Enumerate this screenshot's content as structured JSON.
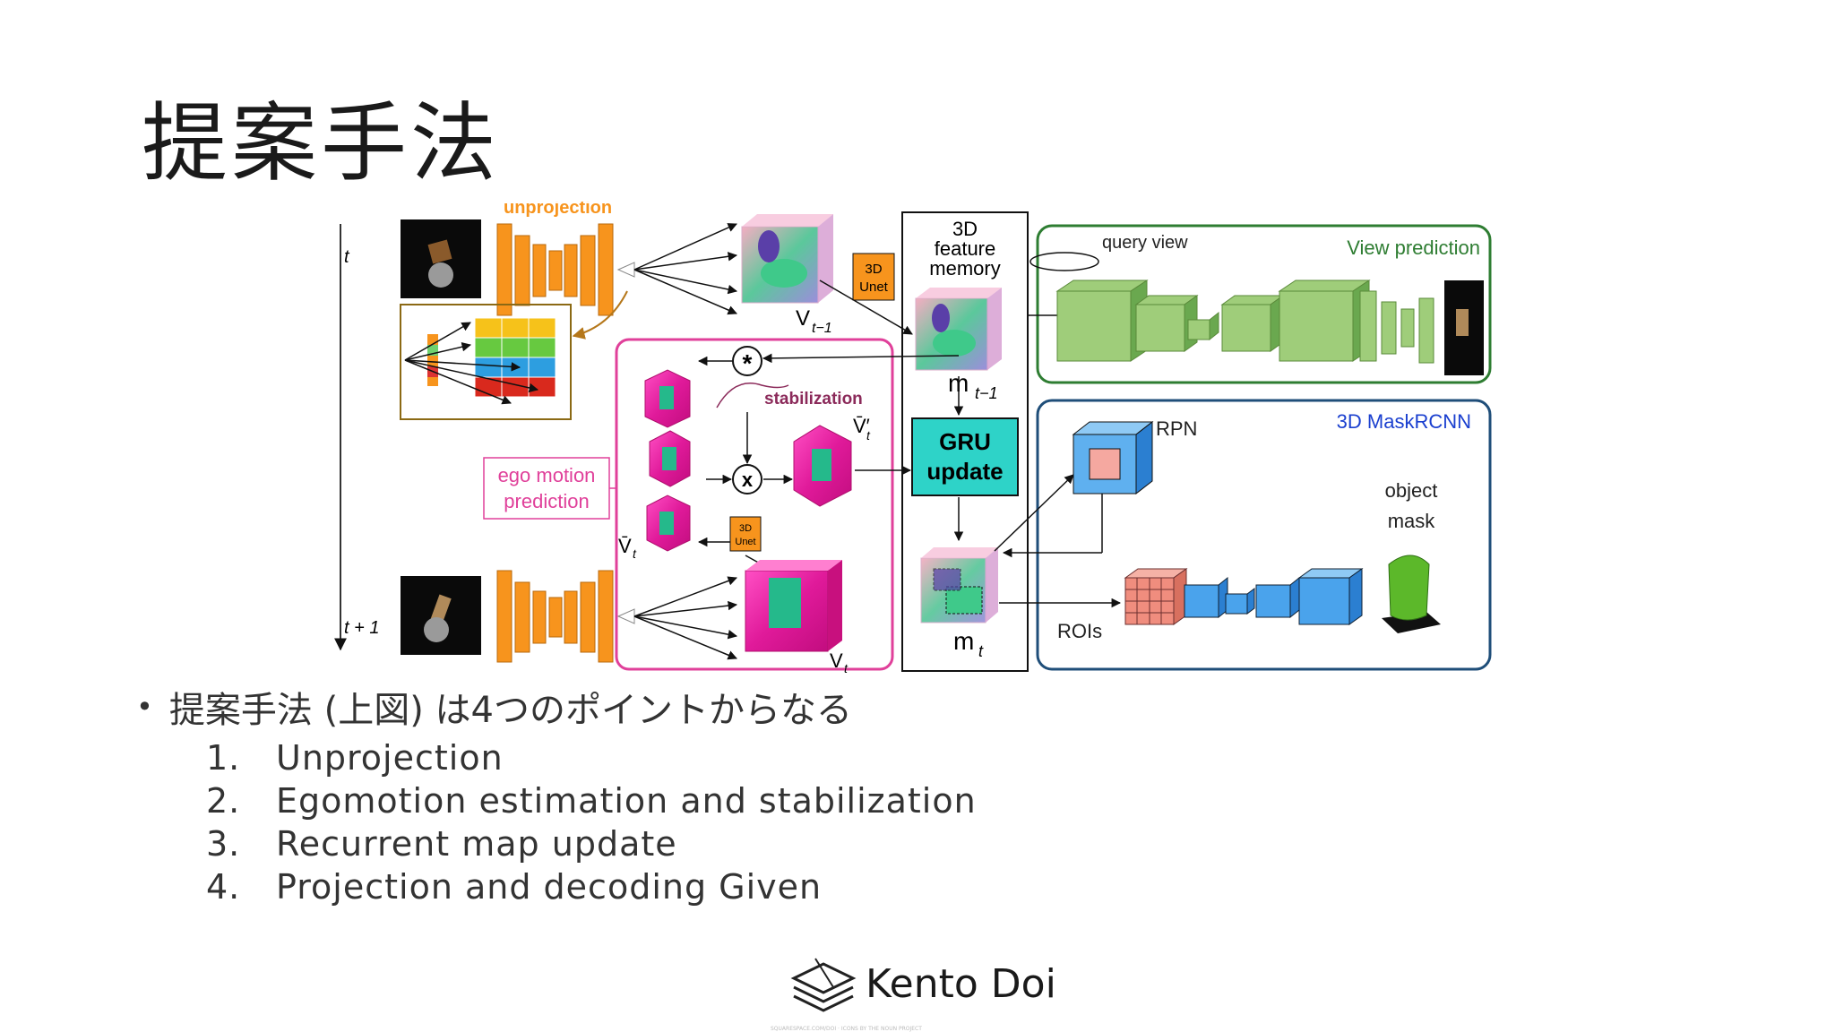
{
  "slide": {
    "title": "提案手法",
    "bullet": "提案手法 (上図) は4つのポイントからなる",
    "items": [
      {
        "num": "1.",
        "text": "Unprojection"
      },
      {
        "num": "2.",
        "text": "Egomotion estimation and stabilization"
      },
      {
        "num": "3.",
        "text": "Recurrent map update"
      },
      {
        "num": "4.",
        "text": "Projection and decoding Given"
      }
    ]
  },
  "diagram": {
    "t_label": "t",
    "t1_label": "t + 1",
    "unprojection": "unprojection",
    "unet_line1": "3D",
    "unet_line2": "Unet",
    "v_prev": "V",
    "v_prev_sub": "t−1",
    "memory_line1": "3D",
    "memory_line2": "feature",
    "memory_line3": "memory",
    "m_prev": "m",
    "m_prev_sub": "t−1",
    "m_t": "m",
    "m_t_sub": "t",
    "stabilization": "stabilization",
    "v_bar_prime": "V̄′",
    "v_bar_prime_sub": "t",
    "v_bar": "V̄",
    "v_bar_sub": "t",
    "v_t": "V",
    "v_t_sub": "t",
    "ego_line1": "ego motion",
    "ego_line2": "prediction",
    "gru_line1": "GRU",
    "gru_line2": "update",
    "star_op": "*",
    "x_op": "x",
    "query_view": "query view",
    "view_prediction": "View prediction",
    "rpn": "RPN",
    "maskrcnn": "3D MaskRCNN",
    "object_line1": "object",
    "object_line2": "mask",
    "rois": "ROIs"
  },
  "colors": {
    "orange": "#f7941d",
    "magenta": "#e0409a",
    "green": "#2e7d32",
    "navy": "#1f4e79",
    "blue": "#1a3fcf",
    "teal": "#2ed3c8"
  },
  "logo": {
    "name": "Kento Doi"
  },
  "footer": "SQUARESPACE.COM/DOI · ICONS BY THE NOUN PROJECT"
}
